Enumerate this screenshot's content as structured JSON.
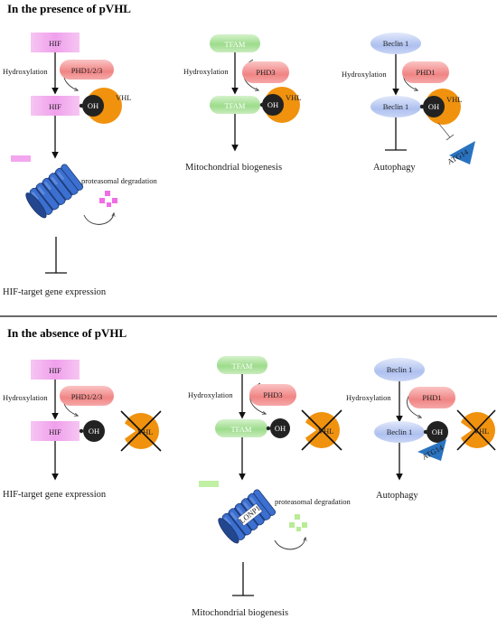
{
  "sections": {
    "presence_title": "In the presence of pVHL",
    "absence_title": "In the absence of pVHL"
  },
  "labels": {
    "hif": "HIF",
    "tfam": "TFAM",
    "beclin": "Beclin 1",
    "phd123": "PHD1/2/3",
    "phd3": "PHD3",
    "phd1": "PHD1",
    "vhl": "VHL",
    "oh": "OH",
    "hydroxylation": "Hydroxylation",
    "proteasomal_degradation": "proteasomal degradation",
    "hif_target": "HIF-target gene expression",
    "mito_biogenesis": "Mitochondrial biogenesis",
    "autophagy": "Autophagy",
    "atg14": "ATG14",
    "lonp1": "LONP1"
  },
  "colors": {
    "hif_pink": "#f0a8ec",
    "tfam_green": "#a8e29a",
    "beclin_blue": "#b8c8f2",
    "phd_red": "#f48a8a",
    "vhl_orange": "#f0920e",
    "oh_black": "#222222",
    "atg14_blue": "#2a73c0",
    "proteasome_blue": "#2b54a6"
  },
  "icons": {
    "proteasome": "proteasome-barrel-icon",
    "fragments": "degraded-fragments-icon",
    "cross": "x-cross-icon"
  }
}
